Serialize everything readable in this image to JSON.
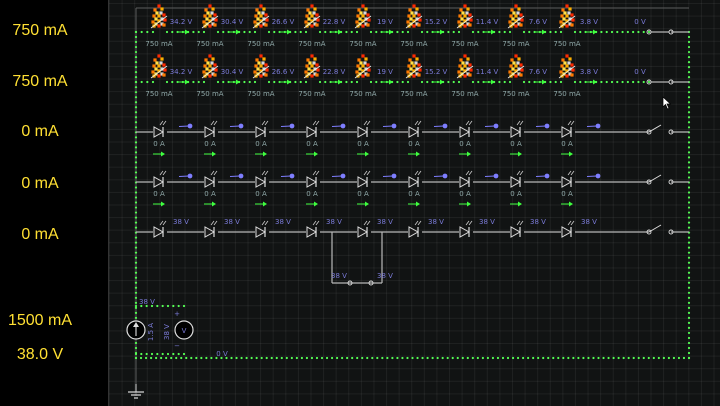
{
  "side_panel": {
    "currents": [
      "750 mA",
      "750 mA",
      "0 mA",
      "0 mA",
      "0 mA"
    ],
    "source_current": "1500 mA",
    "source_voltage": "38.0 V"
  },
  "circuit": {
    "rows": [
      {
        "kind": "burning",
        "segment_labels": [
          "34.2 V",
          "30.4 V",
          "26.6 V",
          "22.8 V",
          "19 V",
          "15.2 V",
          "11.4 V",
          "7.6 V",
          "3.8 V",
          "0 V"
        ],
        "current_labels": [
          "750 mA",
          "750 mA",
          "750 mA",
          "750 mA",
          "750 mA",
          "750 mA",
          "750 mA",
          "750 mA",
          "750 mA"
        ]
      },
      {
        "kind": "burning",
        "segment_labels": [
          "34.2 V",
          "30.4 V",
          "26.6 V",
          "22.8 V",
          "19 V",
          "15.2 V",
          "11.4 V",
          "7.6 V",
          "3.8 V",
          "0 V"
        ],
        "current_labels": [
          "750 mA",
          "750 mA",
          "750 mA",
          "750 mA",
          "750 mA",
          "750 mA",
          "750 mA",
          "750 mA",
          "750 mA"
        ]
      },
      {
        "kind": "dark",
        "current_labels": [
          "0 A",
          "0 A",
          "0 A",
          "0 A",
          "0 A",
          "0 A",
          "0 A",
          "0 A",
          "0 A"
        ]
      },
      {
        "kind": "dark",
        "current_labels": [
          "0 A",
          "0 A",
          "0 A",
          "0 A",
          "0 A",
          "0 A",
          "0 A",
          "0 A",
          "0 A"
        ]
      },
      {
        "kind": "open",
        "segment_labels": [
          "38 V",
          "38 V",
          "38 V",
          "38 V",
          "38 V",
          "38 V",
          "38 V",
          "38 V",
          "38 V"
        ]
      }
    ],
    "loop_labels": [
      "38 V",
      "38 V"
    ],
    "source_labels": {
      "top_voltage": "38 V",
      "bottom_voltage": "0 V",
      "current_source_value": "1.5 A",
      "voltmeter_value": "38 V",
      "voltmeter_symbol": "V",
      "plus_sign": "+",
      "minus_sign": "−"
    }
  },
  "colors": {
    "wire": "#b8b8b8",
    "live_dot": "#55ff55",
    "current_arrow": "#3fff3f",
    "voltage_text": "#7b7bd8",
    "electron_dot": "#7e7eff",
    "side_text": "#ffe033",
    "flame": "#ff7a00"
  }
}
